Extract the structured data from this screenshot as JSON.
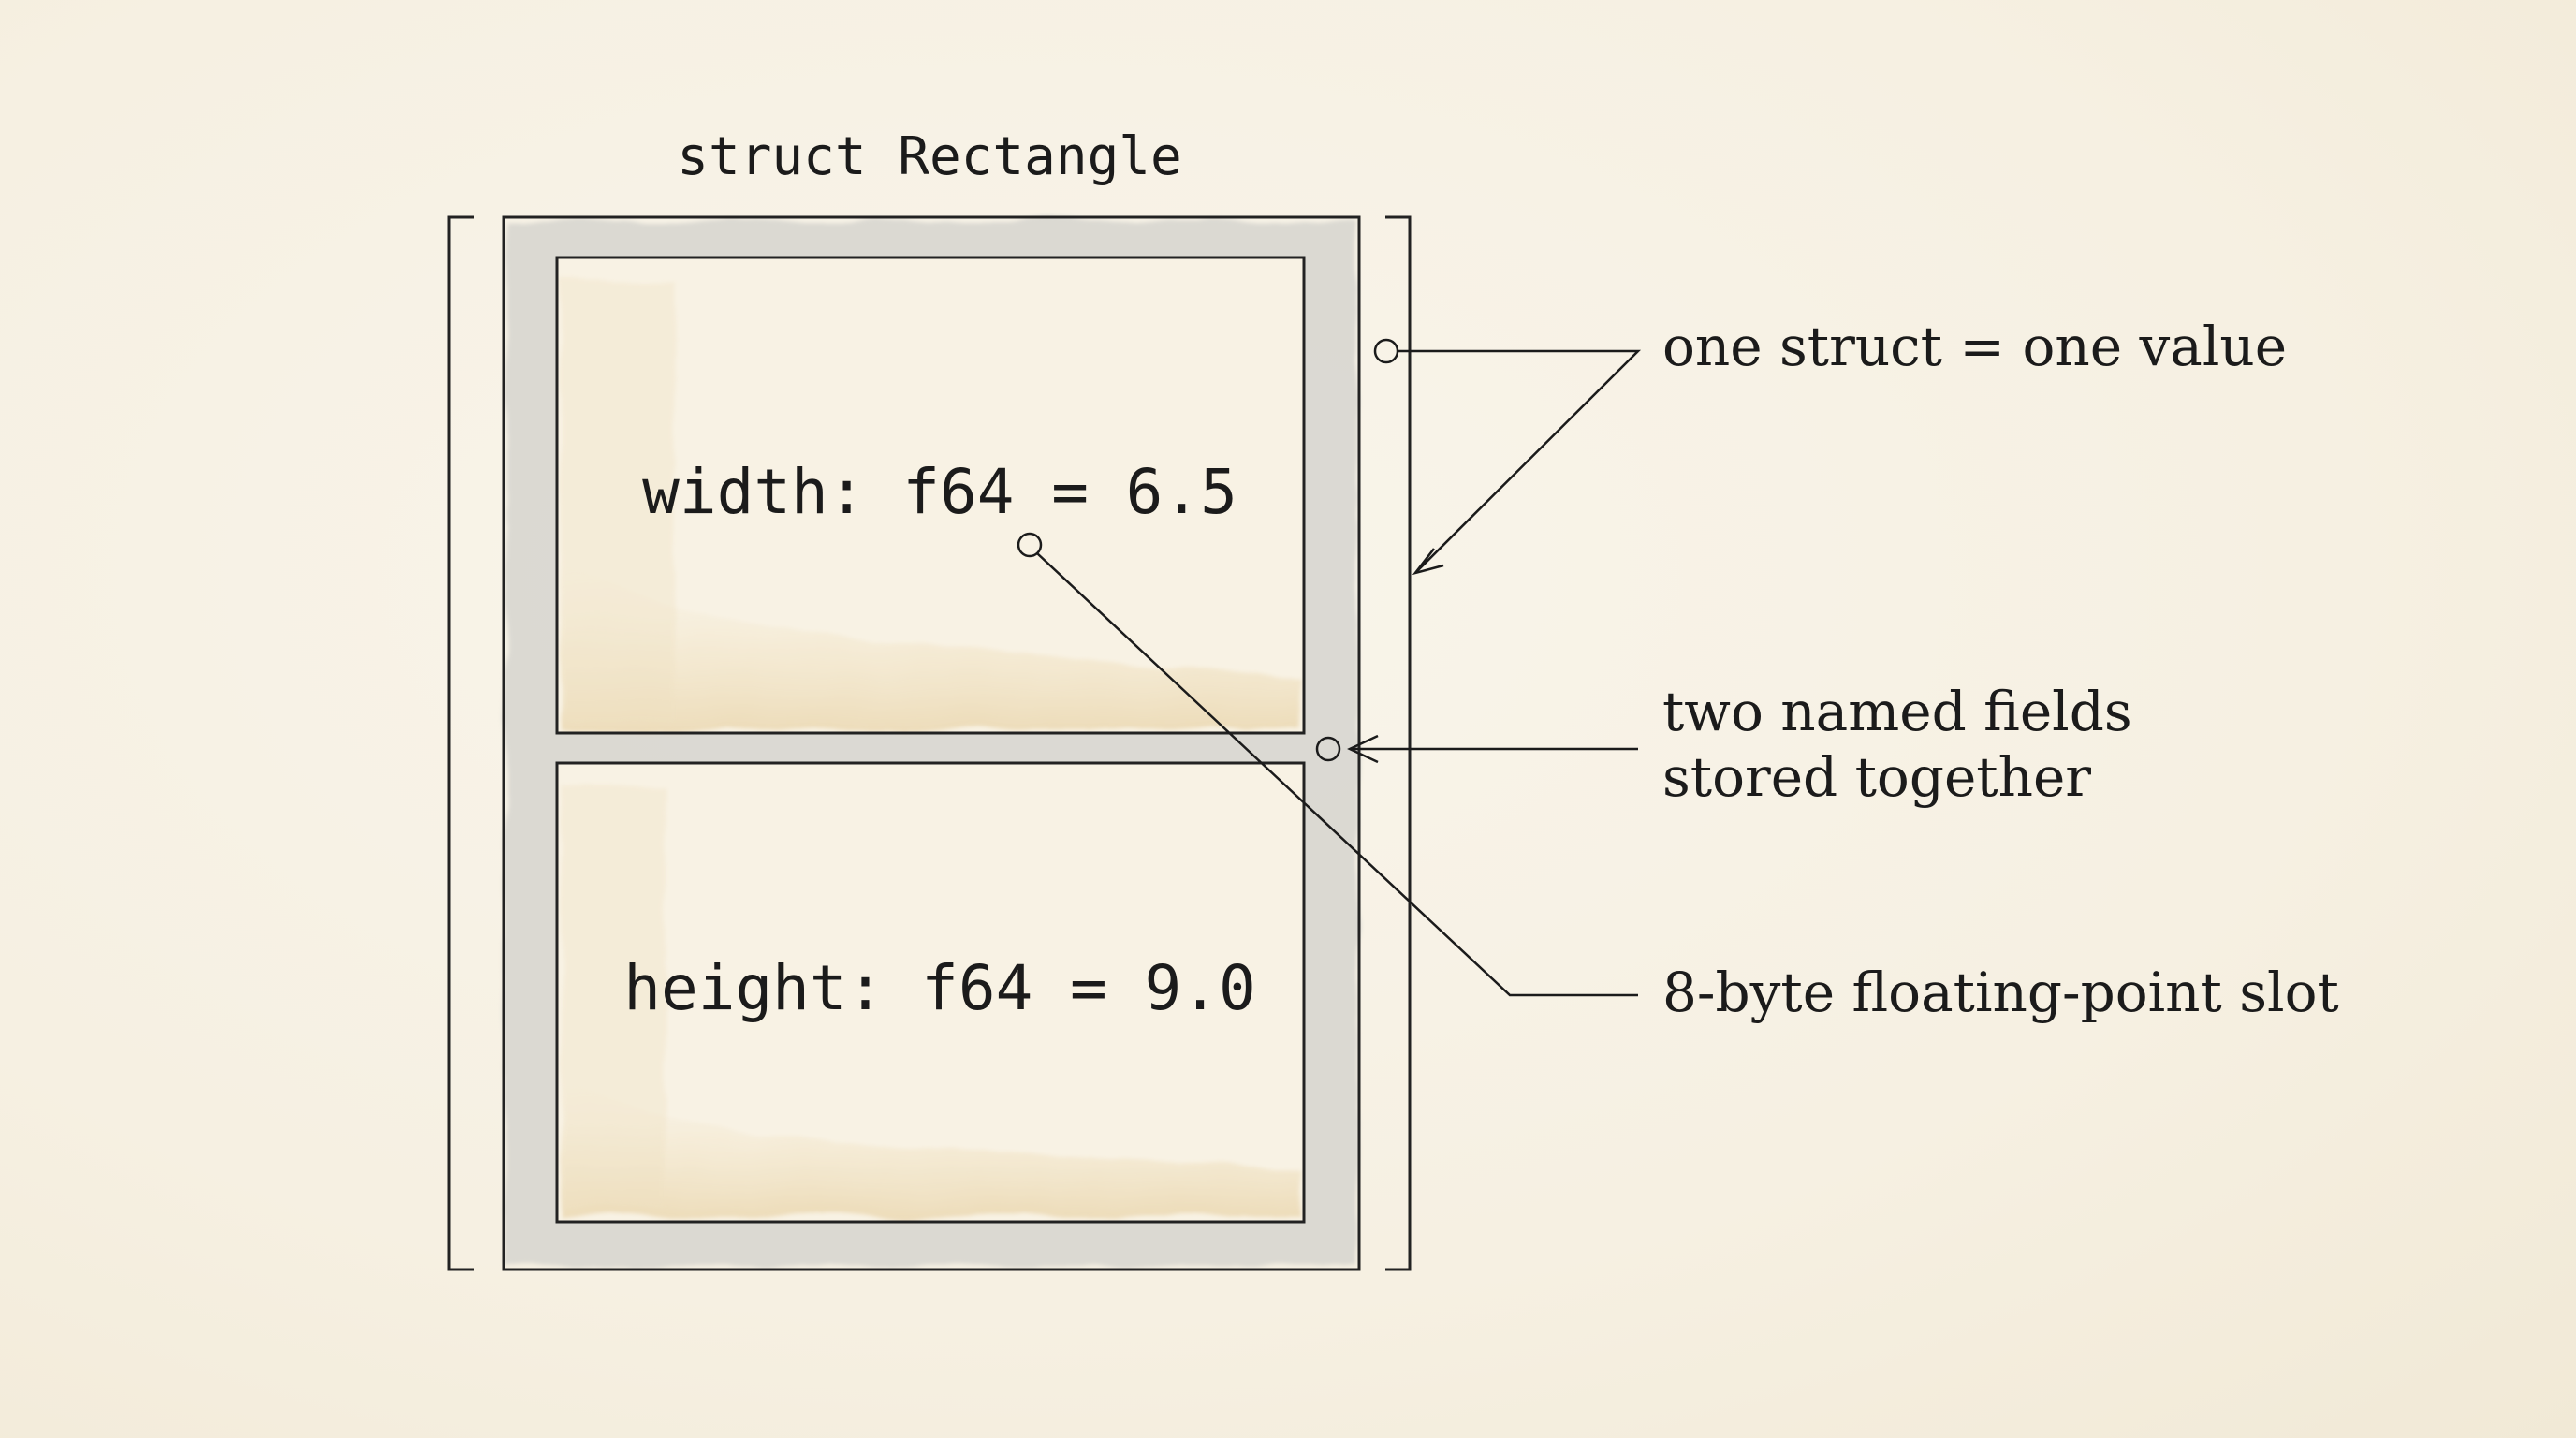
{
  "diagram": {
    "struct_title": "struct Rectangle",
    "fields": [
      {
        "label": "width: f64 = 6.5"
      },
      {
        "label": "height: f64 = 9.0"
      }
    ],
    "annotations": [
      {
        "text": "one struct = one value"
      },
      {
        "lines": [
          "two named fields",
          "stored together"
        ]
      },
      {
        "text": "8-byte floating-point slot"
      }
    ]
  }
}
